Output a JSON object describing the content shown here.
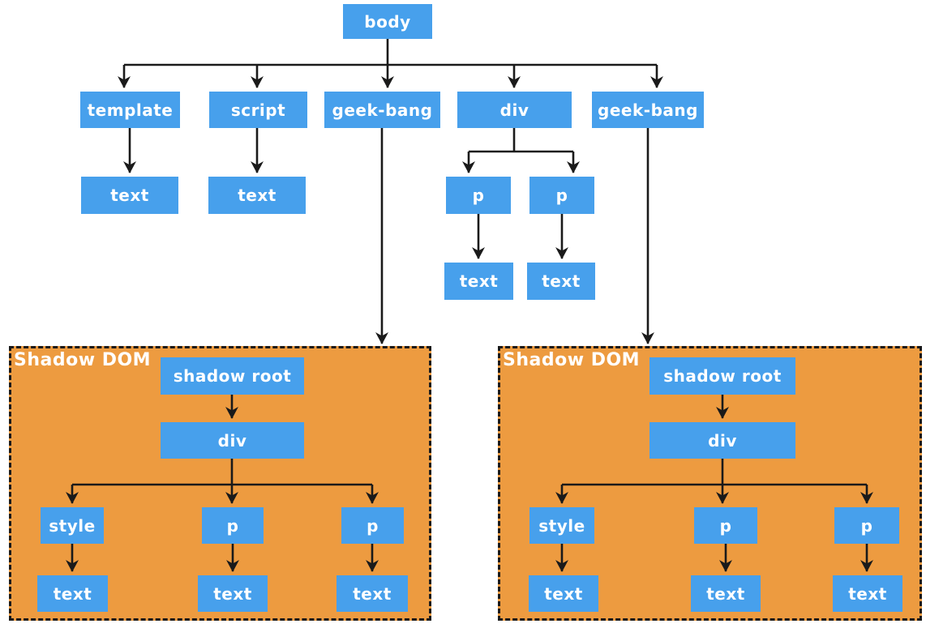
{
  "colors": {
    "node_fill": "#47A0EC",
    "container_fill": "#ED9B40",
    "label_text": "#FFFFFF",
    "connector": "#1A1A1A"
  },
  "light_dom": {
    "body": "body",
    "children": {
      "template": "template",
      "script": "script",
      "geek_bang_1": "geek-bang",
      "div": "div",
      "geek_bang_2": "geek-bang"
    },
    "template_text": "text",
    "script_text": "text",
    "div_children": {
      "p1": "p",
      "p2": "p"
    },
    "p1_text": "text",
    "p2_text": "text"
  },
  "shadow_dom_left": {
    "label": "Shadow DOM",
    "shadow_root": "shadow root",
    "div": "div",
    "style": "style",
    "p1": "p",
    "p2": "p",
    "style_text": "text",
    "p1_text": "text",
    "p2_text": "text"
  },
  "shadow_dom_right": {
    "label": "Shadow DOM",
    "shadow_root": "shadow root",
    "div": "div",
    "style": "style",
    "p1": "p",
    "p2": "p",
    "style_text": "text",
    "p1_text": "text",
    "p2_text": "text"
  }
}
